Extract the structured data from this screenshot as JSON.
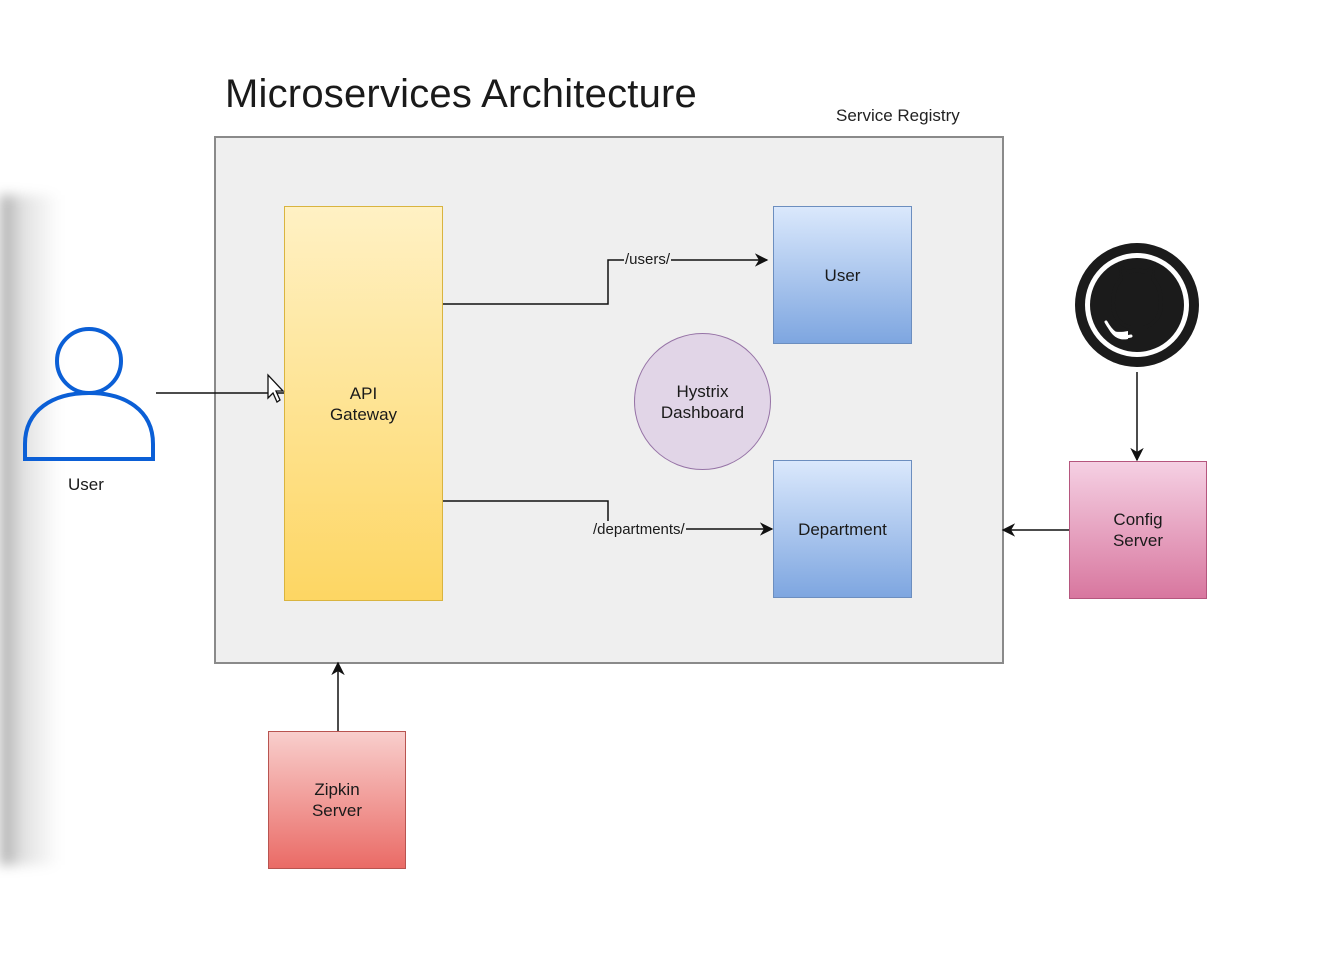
{
  "title": "Microservices Architecture",
  "service_registry": {
    "label": "Service Registry"
  },
  "actor": {
    "label": "User",
    "icon": "user-icon",
    "color": "#0b5fd6"
  },
  "nodes": {
    "api_gateway": "API\nGateway",
    "user_service": "User",
    "department_service": "Department",
    "hystrix_dashboard": "Hystrix\nDashboard",
    "config_server": "Config\nServer",
    "zipkin_server": "Zipkin\nServer"
  },
  "edges": {
    "users_route": "/users/",
    "departments_route": "/departments/"
  },
  "github": {
    "icon": "github-icon"
  }
}
